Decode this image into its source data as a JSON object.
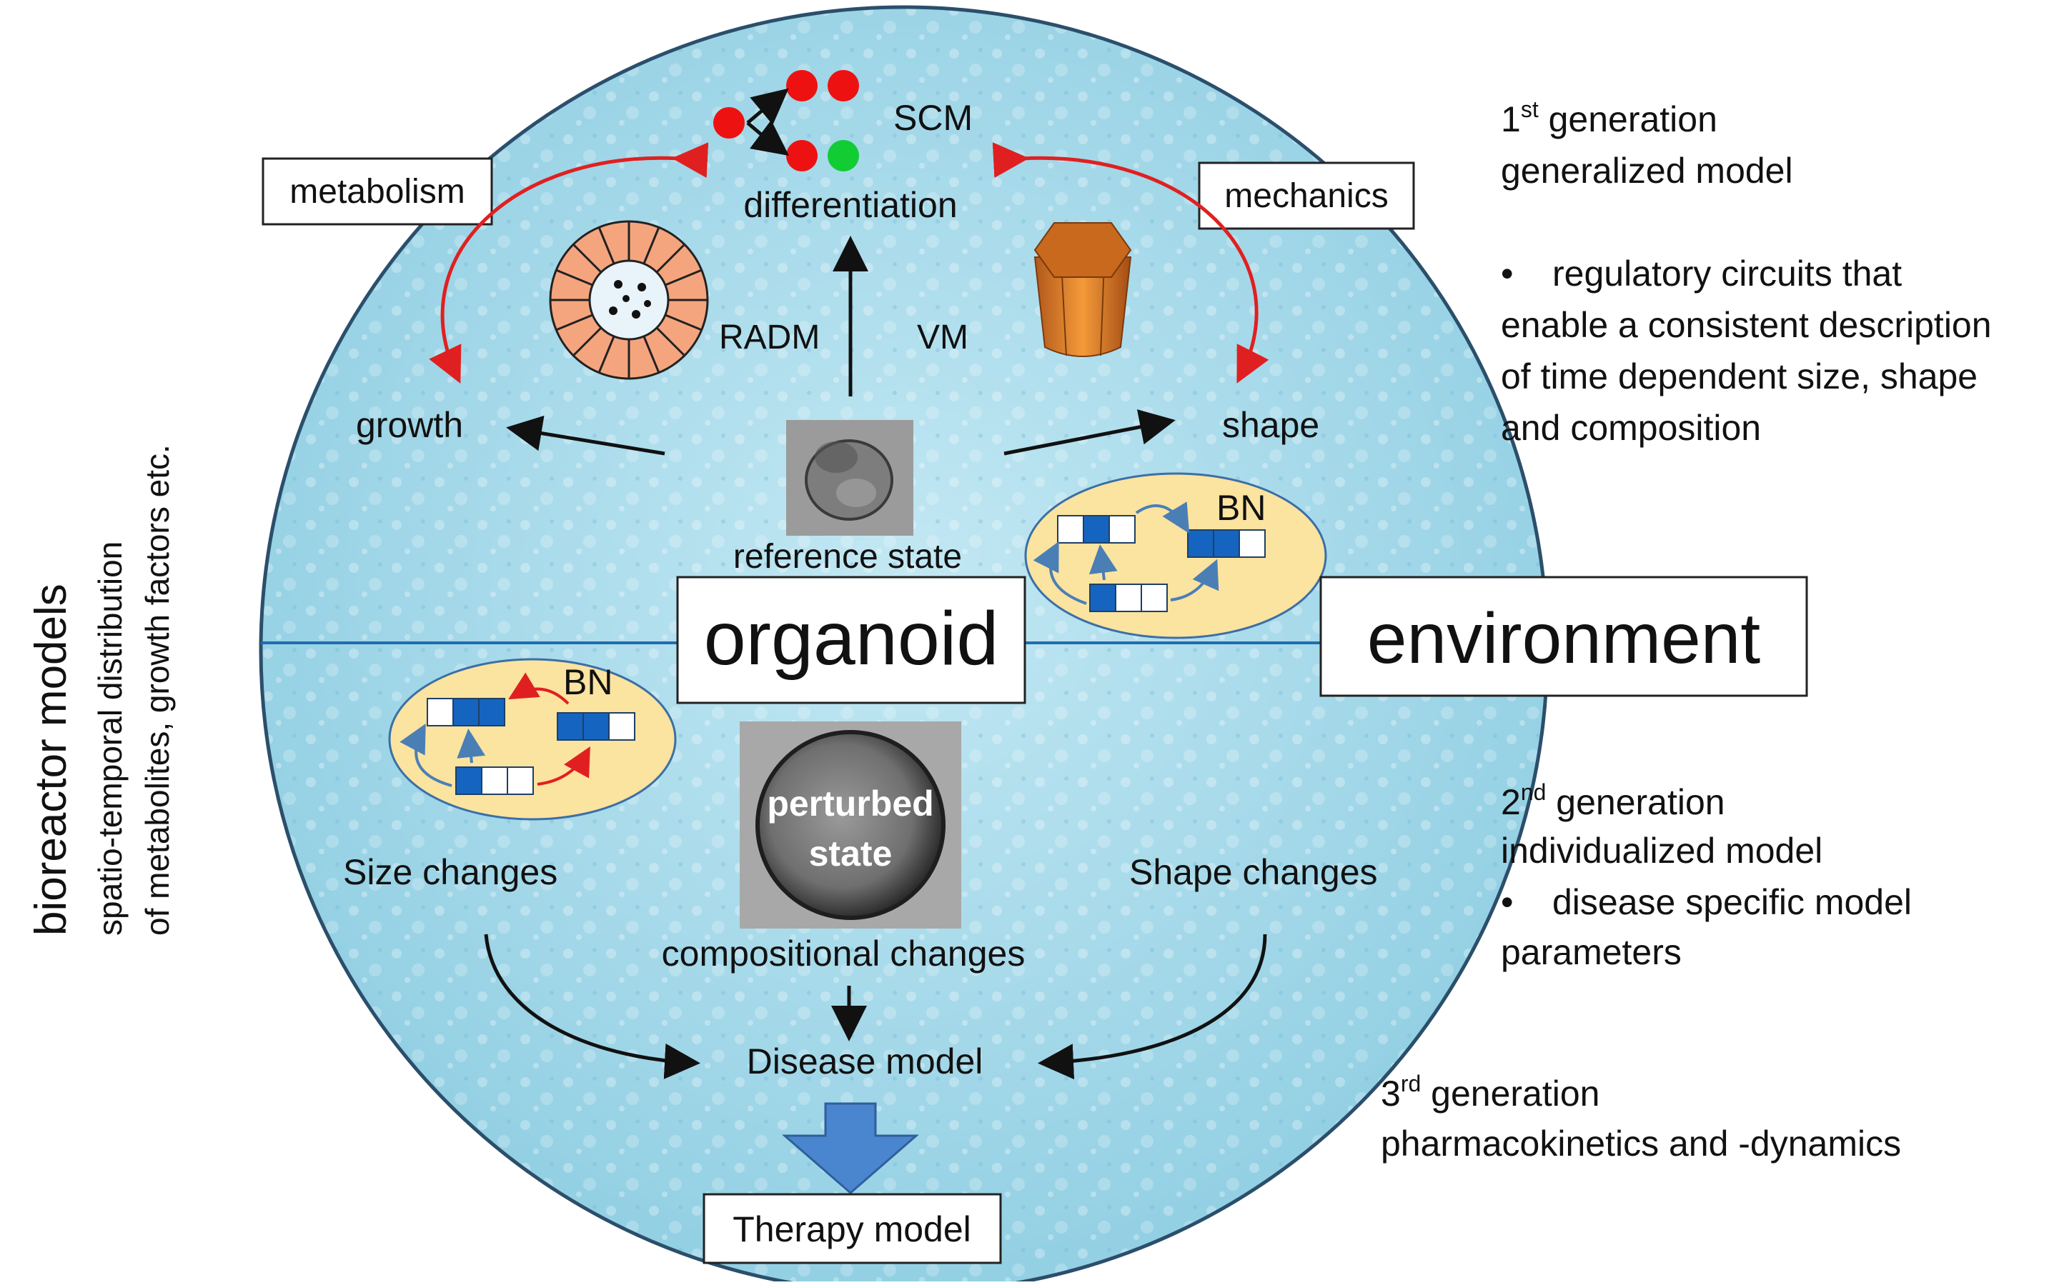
{
  "center": {
    "differentiation": "differentiation",
    "scm": "SCM",
    "radm": "RADM",
    "vm": "VM",
    "growth": "growth",
    "shape": "shape",
    "reference_state": "reference state",
    "organoid": "organoid",
    "environment": "environment",
    "bn_top": "BN",
    "bn_bottom": "BN",
    "perturbed_line1": "perturbed",
    "perturbed_line2": "state",
    "size_changes": "Size changes",
    "shape_changes": "Shape changes",
    "compositional_changes": "compositional changes",
    "disease_model": "Disease model",
    "therapy_model": "Therapy model",
    "metabolism": "metabolism",
    "mechanics": "mechanics"
  },
  "left": {
    "title": "bioreactor models",
    "line1": "spatio-temporal distribution",
    "line2": "of metabolites, growth factors etc."
  },
  "gen1": {
    "number": "1",
    "sup": "st",
    "title_rest": " generation",
    "subtitle": "generalized model",
    "bullet": "•",
    "lines": [
      "regulatory circuits that",
      "enable a consistent description",
      "of time dependent size, shape",
      "and composition"
    ]
  },
  "gen2": {
    "number": "2",
    "sup": "nd",
    "title_rest": " generation",
    "subtitle": "individualized model",
    "bullet": "•",
    "lines": [
      "disease specific model",
      "parameters"
    ]
  },
  "gen3": {
    "number": "3",
    "sup": "rd",
    "title_rest": " generation",
    "subtitle": "pharmacokinetics and -dynamics"
  },
  "colors": {
    "circle_fill": "#a9dbea",
    "circle_stroke": "#2b4f6b",
    "red_cell": "#ee1111",
    "green_cell": "#11cc33",
    "bn_blue": "#1565c0",
    "bn_ellipse": "#fbe3a0",
    "red_arrow": "#e02020",
    "down_arrow": "#4a86cf"
  }
}
